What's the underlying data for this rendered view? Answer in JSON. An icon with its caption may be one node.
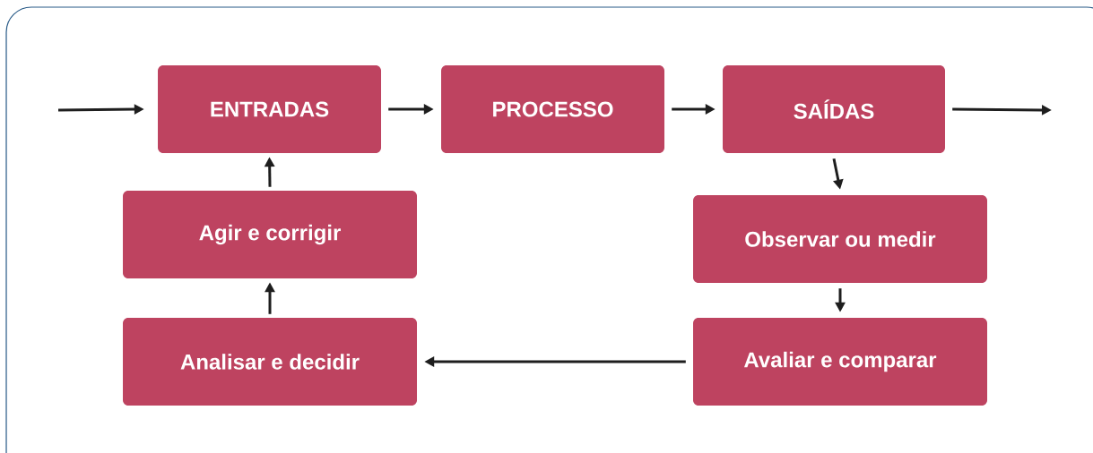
{
  "diagram": {
    "nodes": [
      {
        "text": [
          "ENTRADAS"
        ]
      },
      {
        "text": [
          "PROCESSO"
        ]
      },
      {
        "text": [
          "SAÍDAS"
        ]
      },
      {
        "text": [
          "Agir e corrigir"
        ]
      },
      {
        "text": [
          "Observar ou medir"
        ]
      },
      {
        "text": [
          "Analisar e decidir"
        ]
      },
      {
        "text": [
          "Avaliar e comparar"
        ]
      }
    ],
    "edges": [
      {
        "from": null,
        "to": 0,
        "arrow": "to"
      },
      {
        "from": 0,
        "to": 1,
        "arrow": "to"
      },
      {
        "from": 1,
        "to": 2,
        "arrow": "to"
      },
      {
        "from": 2,
        "to": null,
        "arrow": "to"
      },
      {
        "from": 2,
        "to": 4,
        "arrow": "to"
      },
      {
        "from": 4,
        "to": 6,
        "arrow": "to"
      },
      {
        "from": 6,
        "to": 5,
        "arrow": "to"
      },
      {
        "from": 5,
        "to": 3,
        "arrow": "to"
      },
      {
        "from": 3,
        "to": 0,
        "arrow": "to"
      }
    ]
  }
}
